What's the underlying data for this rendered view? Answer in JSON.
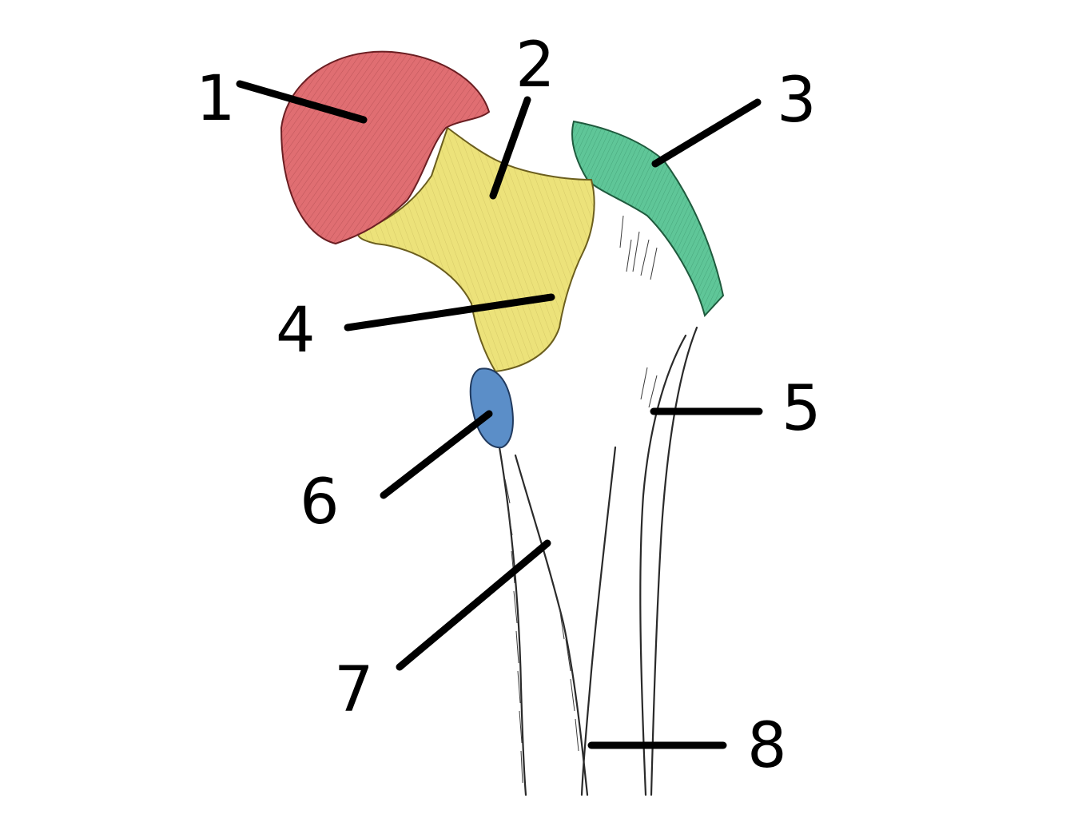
{
  "colors": {
    "head": "#e06e72",
    "neck": "#ece27a",
    "greater_trochanter": "#5fc698",
    "lesser_trochanter": "#5b8ec8",
    "ink": "#000000"
  },
  "labels": [
    {
      "id": "1",
      "text": "1",
      "region": "head"
    },
    {
      "id": "2",
      "text": "2",
      "region": "neck"
    },
    {
      "id": "3",
      "text": "3",
      "region": "greater-trochanter"
    },
    {
      "id": "4",
      "text": "4",
      "region": "intertrochanteric-line"
    },
    {
      "id": "5",
      "text": "5",
      "region": "lateral-shaft-line"
    },
    {
      "id": "6",
      "text": "6",
      "region": "lesser-trochanter"
    },
    {
      "id": "7",
      "text": "7",
      "region": "medial-shaft-line"
    },
    {
      "id": "8",
      "text": "8",
      "region": "shaft"
    }
  ]
}
